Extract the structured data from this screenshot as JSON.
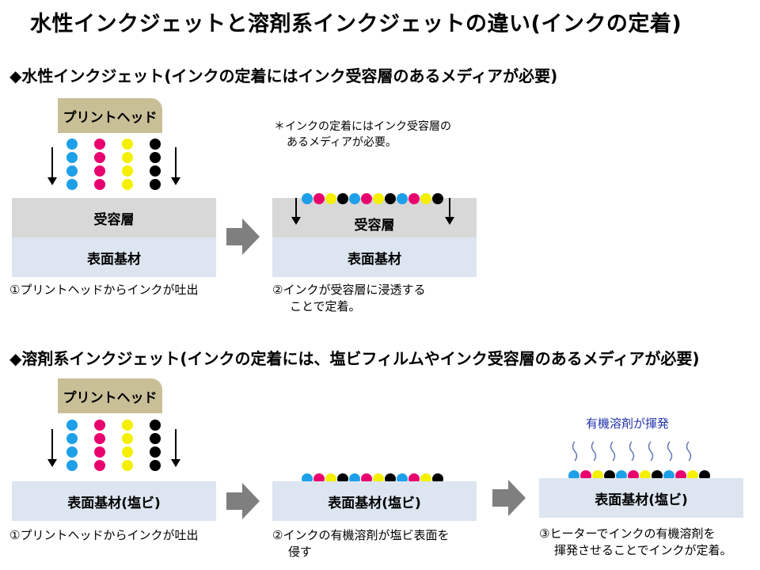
{
  "title": "水性インクジェットと溶剤系インクジェットの違い(インクの定着)",
  "colors": {
    "cyan": "#1ea0e8",
    "magenta": "#e8006e",
    "yellow": "#f4f000",
    "black": "#000000",
    "receptive": "#d8d8d8",
    "base": "#dce5f0",
    "head": "#c9bf97",
    "arrow": "#7f7f7f"
  },
  "aqueous": {
    "section_title": "◆水性インクジェット(インクの定着にはインク受容層のあるメディアが必要)",
    "head_label": "プリントヘッド",
    "receptive_label": "受容層",
    "base_label": "表面基材",
    "note_line1": "＊インクの定着にはインク受容層の",
    "note_line2": "あるメディアが必要。",
    "step1": "①プリントヘッドからインクが吐出",
    "step2_line1": "②インクが受容層に浸透する",
    "step2_line2": "ことで定着。"
  },
  "solvent": {
    "section_title": "◆溶剤系インクジェット(インクの定着には、塩ビフィルムやインク受容層のあるメディアが必要)",
    "head_label": "プリントヘッド",
    "base_label": "表面基材(塩ビ)",
    "evaporation_label": "有機溶剤が揮発",
    "step1": "①プリントヘッドからインクが吐出",
    "step2_line1": "②インクの有機溶剤が塩ビ表面を",
    "step2_line2": "侵す",
    "step3_line1": "③ヒーターでインクの有機溶剤を",
    "step3_line2": "揮発させることでインクが定着。"
  }
}
